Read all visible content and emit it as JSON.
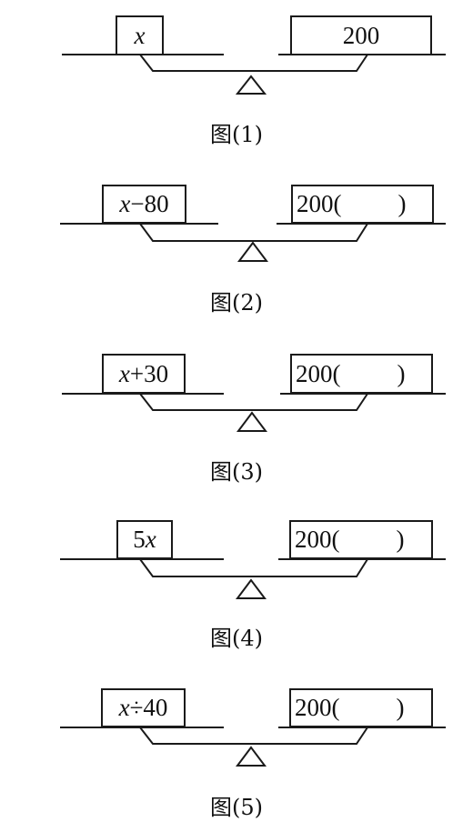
{
  "figures": [
    {
      "caption": "图(1)",
      "left": {
        "var": "x",
        "op": "",
        "value": ""
      },
      "right": {
        "value": "200",
        "open": "",
        "close": ""
      }
    },
    {
      "caption": "图(2)",
      "left": {
        "var": "x",
        "op": "−",
        "value": "80"
      },
      "right": {
        "value": "200",
        "open": "(",
        "close": ")"
      }
    },
    {
      "caption": "图(3)",
      "left": {
        "var": "x",
        "op": "+",
        "value": "30"
      },
      "right": {
        "value": "200",
        "open": "(",
        "close": ")"
      }
    },
    {
      "caption": "图(4)",
      "left": {
        "coef": "5",
        "var": "x"
      },
      "right": {
        "value": "200",
        "open": "(",
        "close": ")"
      }
    },
    {
      "caption": "图(5)",
      "left": {
        "var": "x",
        "op": "÷",
        "value": "40"
      },
      "right": {
        "value": "200",
        "open": "(",
        "close": ")"
      }
    }
  ]
}
